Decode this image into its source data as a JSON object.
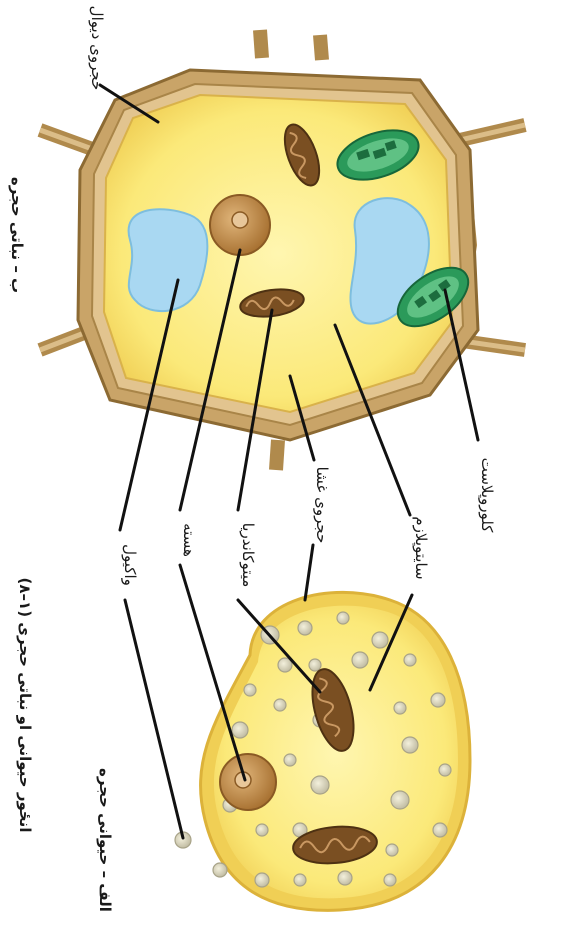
{
  "labels": {
    "cell_wall": "حجروی دیوال",
    "chloroplast": "کلوروپلاست",
    "cytoplasm": "سایتوپلازم",
    "cell_membrane": "حجروی غشا",
    "mitochondria": "میتوکاندریا",
    "nucleus": "هسته",
    "vacuole": "واکیول"
  },
  "captions": {
    "plant_cell": "ب – نباتی حجره",
    "animal_cell": "الف – حیوانی حجره",
    "figure": "(۸–۱) انځور حیوانی او نباتی حجری"
  },
  "colors": {
    "cytoplasm": "#fbe979",
    "cell_wall": "#c9a468",
    "vacuole": "#a9d8f2",
    "chloroplast": "#2b9a5a",
    "mitochondria": "#7a4f22",
    "nucleus": "#c58e47"
  }
}
